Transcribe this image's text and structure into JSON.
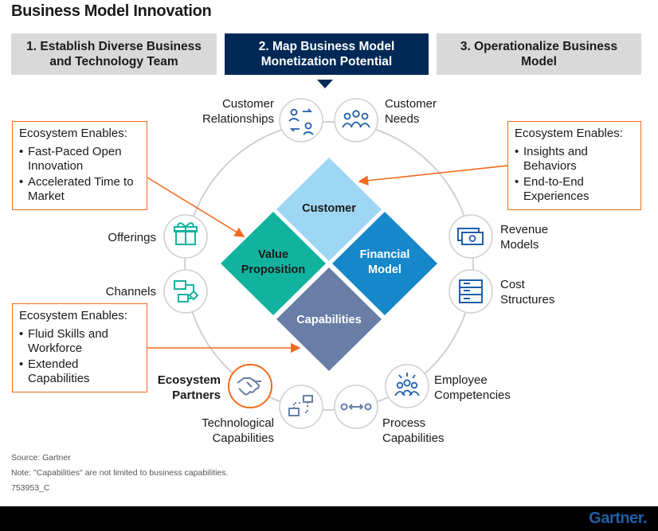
{
  "title": "Business Model Innovation",
  "steps": [
    {
      "label": "1. Establish Diverse Business and Technology Team"
    },
    {
      "label": "2. Map Business Model Monetization Potential"
    },
    {
      "label": "3. Operationalize Business Model"
    }
  ],
  "diamonds": {
    "customer": "Customer",
    "value_proposition": "Value Proposition",
    "financial_model": "Financial Model",
    "capabilities": "Capabilities"
  },
  "nodes": {
    "customer_relationships": "Customer Relationships",
    "customer_needs": "Customer Needs",
    "revenue_models": "Revenue Models",
    "cost_structures": "Cost Structures",
    "employee_competencies": "Employee Competencies",
    "process_capabilities": "Process Capabilities",
    "technological_capabilities": "Technological Capabilities",
    "ecosystem_partners": "Ecosystem Partners",
    "channels": "Channels",
    "offerings": "Offerings"
  },
  "ecosystem_boxes": {
    "top_left": {
      "heading": "Ecosystem Enables:",
      "items": [
        "Fast-Paced Open Innovation",
        "Accelerated Time to Market"
      ]
    },
    "top_right": {
      "heading": "Ecosystem Enables:",
      "items": [
        "Insights and Behaviors",
        "End-to-End Experiences"
      ]
    },
    "bottom_left": {
      "heading": "Ecosystem Enables:",
      "items": [
        "Fluid Skills and Workforce",
        "Extended Capabilities"
      ]
    }
  },
  "footer": {
    "source": "Source: Gartner",
    "note": "Note: \"Capabilities\" are not limited to business capabilities.",
    "id": "753953_C",
    "brand": "Gartner."
  },
  "colors": {
    "navy": "#002856",
    "gray_step": "#d9d9d9",
    "customer": "#9ed7f3",
    "value_proposition": "#12b39e",
    "financial_model": "#1687c9",
    "capabilities": "#687ea6",
    "icon_blue": "#1f5fa8",
    "accent_orange": "#f26b1d"
  }
}
